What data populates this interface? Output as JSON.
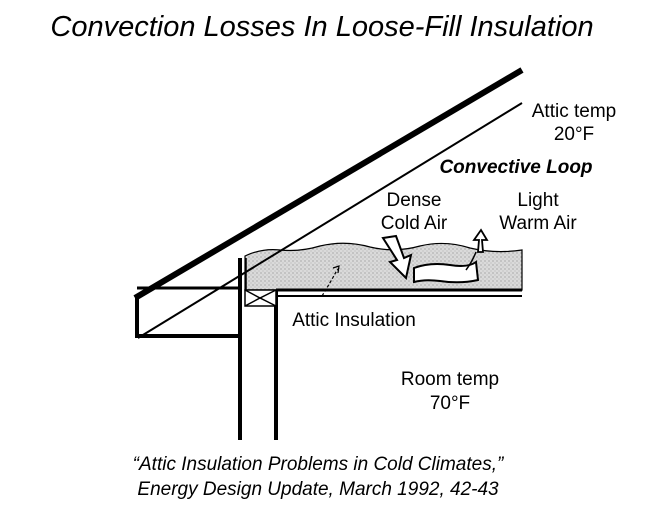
{
  "title": "Convection Losses In Loose-Fill Insulation",
  "labels": {
    "attic_temp_line1": "Attic temp",
    "attic_temp_line2": "20°F",
    "convective_loop": "Convective Loop",
    "dense_line1": "Dense",
    "dense_line2": "Cold Air",
    "light_line1": "Light",
    "light_line2": "Warm Air",
    "attic_insulation": "Attic Insulation",
    "room_temp_line1": "Room temp",
    "room_temp_line2": "70°F"
  },
  "citation": {
    "line1": "“Attic Insulation Problems in Cold Climates,”",
    "line2": "Energy Design Update, March 1992, 42-43"
  },
  "colors": {
    "ink": "#000000",
    "paper": "#ffffff",
    "insulation": "#dadada"
  }
}
